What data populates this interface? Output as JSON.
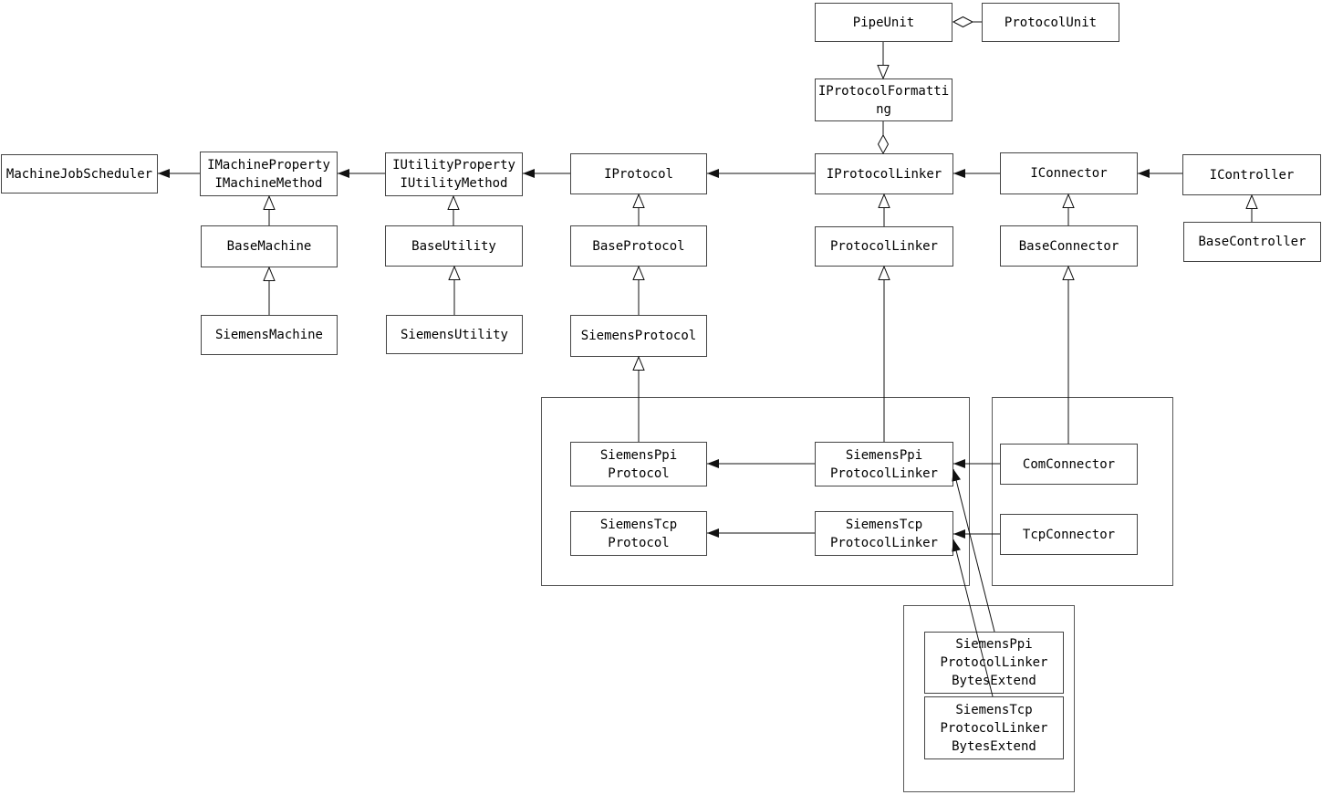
{
  "diagram": {
    "type": "uml-class-diagram",
    "colors": {
      "background": "#ffffff",
      "box_fill": "#ffffff",
      "box_border": "#444444",
      "group_border": "#585858",
      "line": "#111111",
      "text": "#000000"
    },
    "nodes": {
      "pipe_unit": {
        "label": "PipeUnit"
      },
      "protocol_unit": {
        "label": "ProtocolUnit"
      },
      "iprotocol_formatting": {
        "label": "IProtocolFormatti\nng"
      },
      "machine_job_scheduler": {
        "label": "MachineJobScheduler"
      },
      "imachine": {
        "label": "IMachineProperty\nIMachineMethod"
      },
      "iutility": {
        "label": "IUtilityProperty\nIUtilityMethod"
      },
      "iprotocol": {
        "label": "IProtocol"
      },
      "iprotocol_linker": {
        "label": "IProtocolLinker"
      },
      "iconnector": {
        "label": "IConnector"
      },
      "icontroller": {
        "label": "IController"
      },
      "base_machine": {
        "label": "BaseMachine"
      },
      "base_utility": {
        "label": "BaseUtility"
      },
      "base_protocol": {
        "label": "BaseProtocol"
      },
      "protocol_linker": {
        "label": "ProtocolLinker"
      },
      "base_connector": {
        "label": "BaseConnector"
      },
      "base_controller": {
        "label": "BaseController"
      },
      "siemens_machine": {
        "label": "SiemensMachine"
      },
      "siemens_utility": {
        "label": "SiemensUtility"
      },
      "siemens_protocol": {
        "label": "SiemensProtocol"
      },
      "siemens_ppi_protocol": {
        "label": "SiemensPpi\nProtocol"
      },
      "siemens_tcp_protocol": {
        "label": "SiemensTcp\nProtocol"
      },
      "siemens_ppi_protocol_linker": {
        "label": "SiemensPpi\nProtocolLinker"
      },
      "siemens_tcp_protocol_linker": {
        "label": "SiemensTcp\nProtocolLinker"
      },
      "com_connector": {
        "label": "ComConnector"
      },
      "tcp_connector": {
        "label": "TcpConnector"
      },
      "siemens_ppi_protocol_linker_bytes_extend": {
        "label": "SiemensPpi\nProtocolLinker\nBytesExtend"
      },
      "siemens_tcp_protocol_linker_bytes_extend": {
        "label": "SiemensTcp\nProtocolLinker\nBytesExtend"
      }
    },
    "groups": [
      {
        "id": "protocol_and_linker_group",
        "contains": [
          "siemens_ppi_protocol",
          "siemens_tcp_protocol",
          "siemens_ppi_protocol_linker",
          "siemens_tcp_protocol_linker"
        ]
      },
      {
        "id": "connector_group",
        "contains": [
          "com_connector",
          "tcp_connector"
        ]
      },
      {
        "id": "bytes_extend_group",
        "contains": [
          "siemens_ppi_protocol_linker_bytes_extend",
          "siemens_tcp_protocol_linker_bytes_extend"
        ]
      }
    ],
    "relationships": [
      {
        "type": "aggregation",
        "owner": "pipe_unit",
        "part": "protocol_unit"
      },
      {
        "type": "generalization",
        "child": "pipe_unit",
        "parent": "iprotocol_formatting"
      },
      {
        "type": "aggregation",
        "owner": "iprotocol_linker",
        "part": "iprotocol_formatting"
      },
      {
        "type": "dependency",
        "from": "imachine",
        "to": "machine_job_scheduler"
      },
      {
        "type": "dependency",
        "from": "iutility",
        "to": "imachine"
      },
      {
        "type": "dependency",
        "from": "iprotocol",
        "to": "iutility"
      },
      {
        "type": "dependency",
        "from": "iprotocol_linker",
        "to": "iprotocol"
      },
      {
        "type": "dependency",
        "from": "iconnector",
        "to": "iprotocol_linker"
      },
      {
        "type": "dependency",
        "from": "icontroller",
        "to": "iconnector"
      },
      {
        "type": "generalization",
        "child": "base_machine",
        "parent": "imachine"
      },
      {
        "type": "generalization",
        "child": "siemens_machine",
        "parent": "base_machine"
      },
      {
        "type": "generalization",
        "child": "base_utility",
        "parent": "iutility"
      },
      {
        "type": "generalization",
        "child": "siemens_utility",
        "parent": "base_utility"
      },
      {
        "type": "generalization",
        "child": "base_protocol",
        "parent": "iprotocol"
      },
      {
        "type": "generalization",
        "child": "siemens_protocol",
        "parent": "base_protocol"
      },
      {
        "type": "generalization",
        "child": "siemens_ppi_protocol",
        "parent": "siemens_protocol"
      },
      {
        "type": "generalization",
        "child": "protocol_linker",
        "parent": "iprotocol_linker"
      },
      {
        "type": "generalization",
        "child": "siemens_ppi_protocol_linker",
        "parent": "protocol_linker"
      },
      {
        "type": "generalization",
        "child": "base_connector",
        "parent": "iconnector"
      },
      {
        "type": "generalization",
        "child": "com_connector",
        "parent": "base_connector"
      },
      {
        "type": "generalization",
        "child": "base_controller",
        "parent": "icontroller"
      },
      {
        "type": "dependency",
        "from": "siemens_ppi_protocol_linker",
        "to": "siemens_ppi_protocol"
      },
      {
        "type": "dependency",
        "from": "siemens_tcp_protocol_linker",
        "to": "siemens_tcp_protocol"
      },
      {
        "type": "dependency",
        "from": "com_connector",
        "to": "siemens_ppi_protocol_linker"
      },
      {
        "type": "dependency",
        "from": "tcp_connector",
        "to": "siemens_tcp_protocol_linker"
      },
      {
        "type": "dependency",
        "from": "siemens_ppi_protocol_linker_bytes_extend",
        "to": "siemens_ppi_protocol_linker"
      },
      {
        "type": "dependency",
        "from": "siemens_tcp_protocol_linker_bytes_extend",
        "to": "siemens_tcp_protocol_linker"
      }
    ]
  }
}
